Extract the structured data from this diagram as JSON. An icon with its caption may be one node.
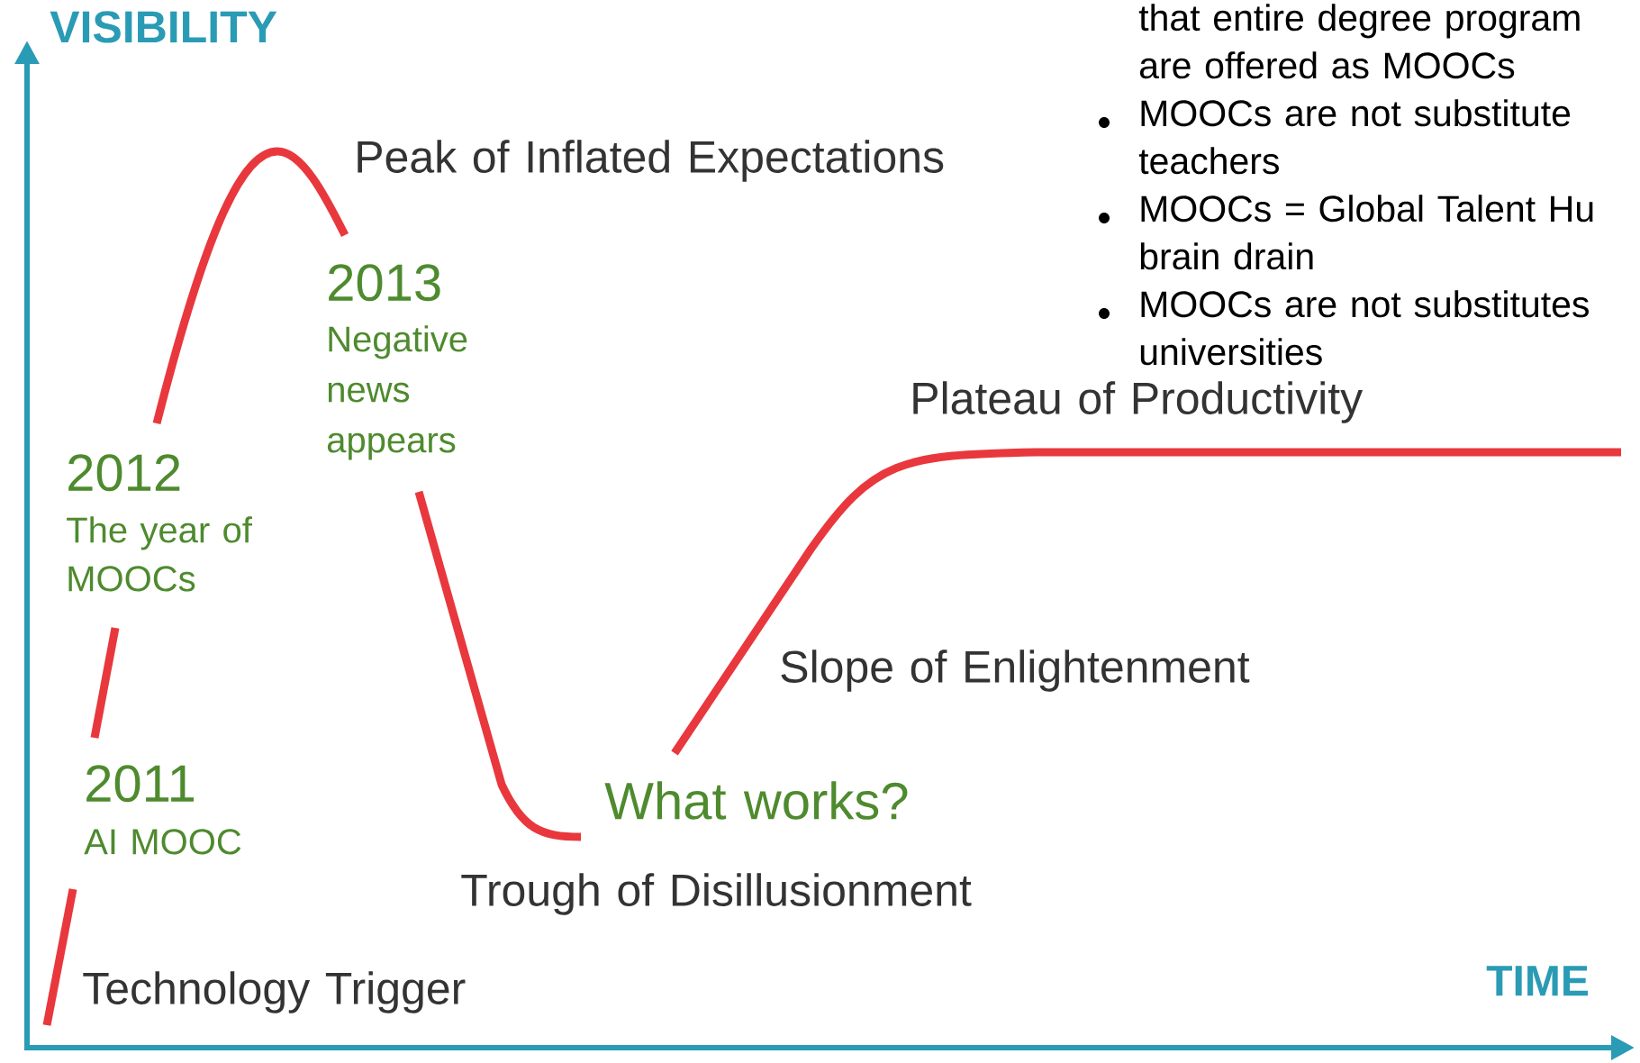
{
  "diagram": {
    "labels": [
      "VISIBILITY",
      "that entire degree program are offered as MOOCs",
      "MOOCs are not substitute teachers",
      "MOOCs = Global Talent Hu brain drain",
      "MOOCs are not substitutes universities",
      "Peak of Inflated Expectations",
      "2013",
      "Negative news appears",
      "Plateau of Productivity",
      "2012",
      "The year of MOOCs",
      "Slope of Enlightenment",
      "2011",
      "What works?",
      "AI MOOC",
      "Trough of Disillusionment",
      "Technology Trigger",
      "TIME"
    ]
  }
}
